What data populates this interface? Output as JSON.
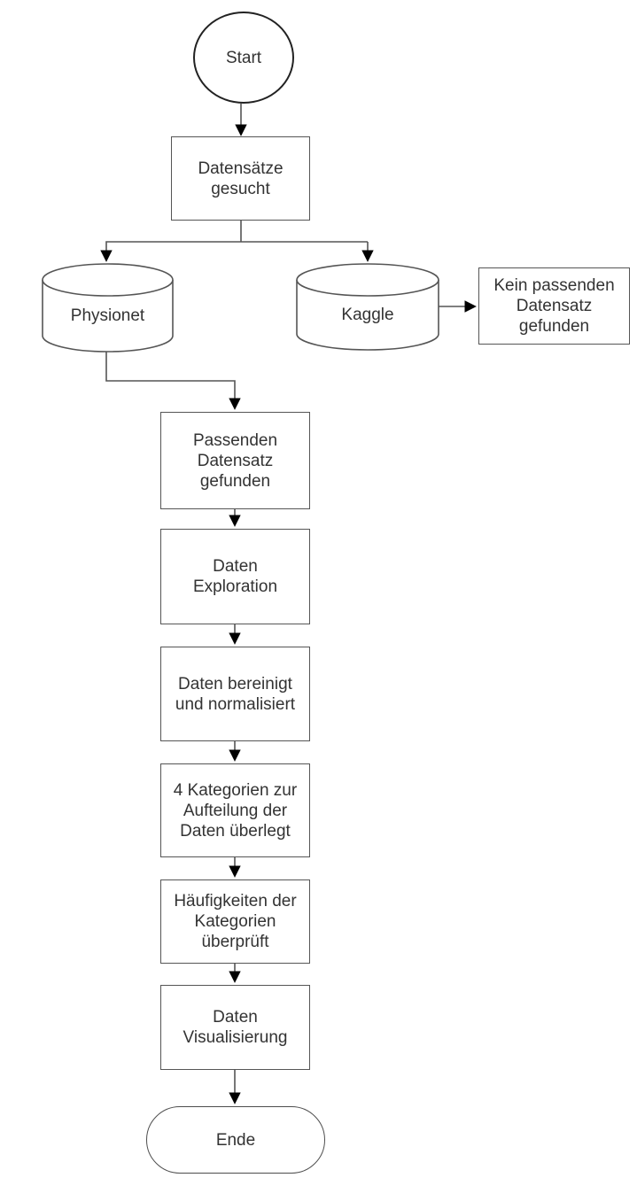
{
  "diagram": {
    "type": "flowchart",
    "language": "de",
    "colors": {
      "background": "#ffffff",
      "shape_fill": "#ffffff",
      "stroke": "#555555",
      "terminator_stroke": "#222222",
      "arrowhead": "#000000",
      "text": "#333333"
    },
    "nodes": {
      "start": {
        "shape": "circle-terminator",
        "label": "Start"
      },
      "datensaetze_gesucht": {
        "shape": "process-rect",
        "label": [
          "Datensätze",
          "gesucht"
        ]
      },
      "physionet": {
        "shape": "database-cylinder",
        "label": "Physionet"
      },
      "kaggle": {
        "shape": "database-cylinder",
        "label": "Kaggle"
      },
      "kein_passenden_datensatz": {
        "shape": "process-rect",
        "label": [
          "Kein passenden",
          "Datensatz",
          "gefunden"
        ]
      },
      "passenden_datensatz": {
        "shape": "process-rect",
        "label": [
          "Passenden",
          "Datensatz",
          "gefunden"
        ]
      },
      "daten_exploration": {
        "shape": "process-rect",
        "label": [
          "Daten",
          "Exploration"
        ]
      },
      "daten_bereinigt": {
        "shape": "process-rect",
        "label": [
          "Daten bereinigt",
          "und normalisiert"
        ]
      },
      "kategorien_ueberlegt": {
        "shape": "process-rect",
        "label": [
          "4 Kategorien zur",
          "Aufteilung der",
          "Daten überlegt"
        ]
      },
      "haeufigkeiten_ueberprueft": {
        "shape": "process-rect",
        "label": [
          "Häufigkeiten der",
          "Kategorien",
          "überprüft"
        ]
      },
      "daten_visualisierung": {
        "shape": "process-rect",
        "label": [
          "Daten",
          "Visualisierung"
        ]
      },
      "ende": {
        "shape": "stadium-terminator",
        "label": "Ende"
      }
    },
    "edges": [
      {
        "from": "start",
        "to": "datensaetze_gesucht"
      },
      {
        "from": "datensaetze_gesucht",
        "to": "physionet"
      },
      {
        "from": "datensaetze_gesucht",
        "to": "kaggle"
      },
      {
        "from": "kaggle",
        "to": "kein_passenden_datensatz"
      },
      {
        "from": "physionet",
        "to": "passenden_datensatz"
      },
      {
        "from": "passenden_datensatz",
        "to": "daten_exploration"
      },
      {
        "from": "daten_exploration",
        "to": "daten_bereinigt"
      },
      {
        "from": "daten_bereinigt",
        "to": "kategorien_ueberlegt"
      },
      {
        "from": "kategorien_ueberlegt",
        "to": "haeufigkeiten_ueberprueft"
      },
      {
        "from": "haeufigkeiten_ueberprueft",
        "to": "daten_visualisierung"
      },
      {
        "from": "daten_visualisierung",
        "to": "ende"
      }
    ]
  }
}
